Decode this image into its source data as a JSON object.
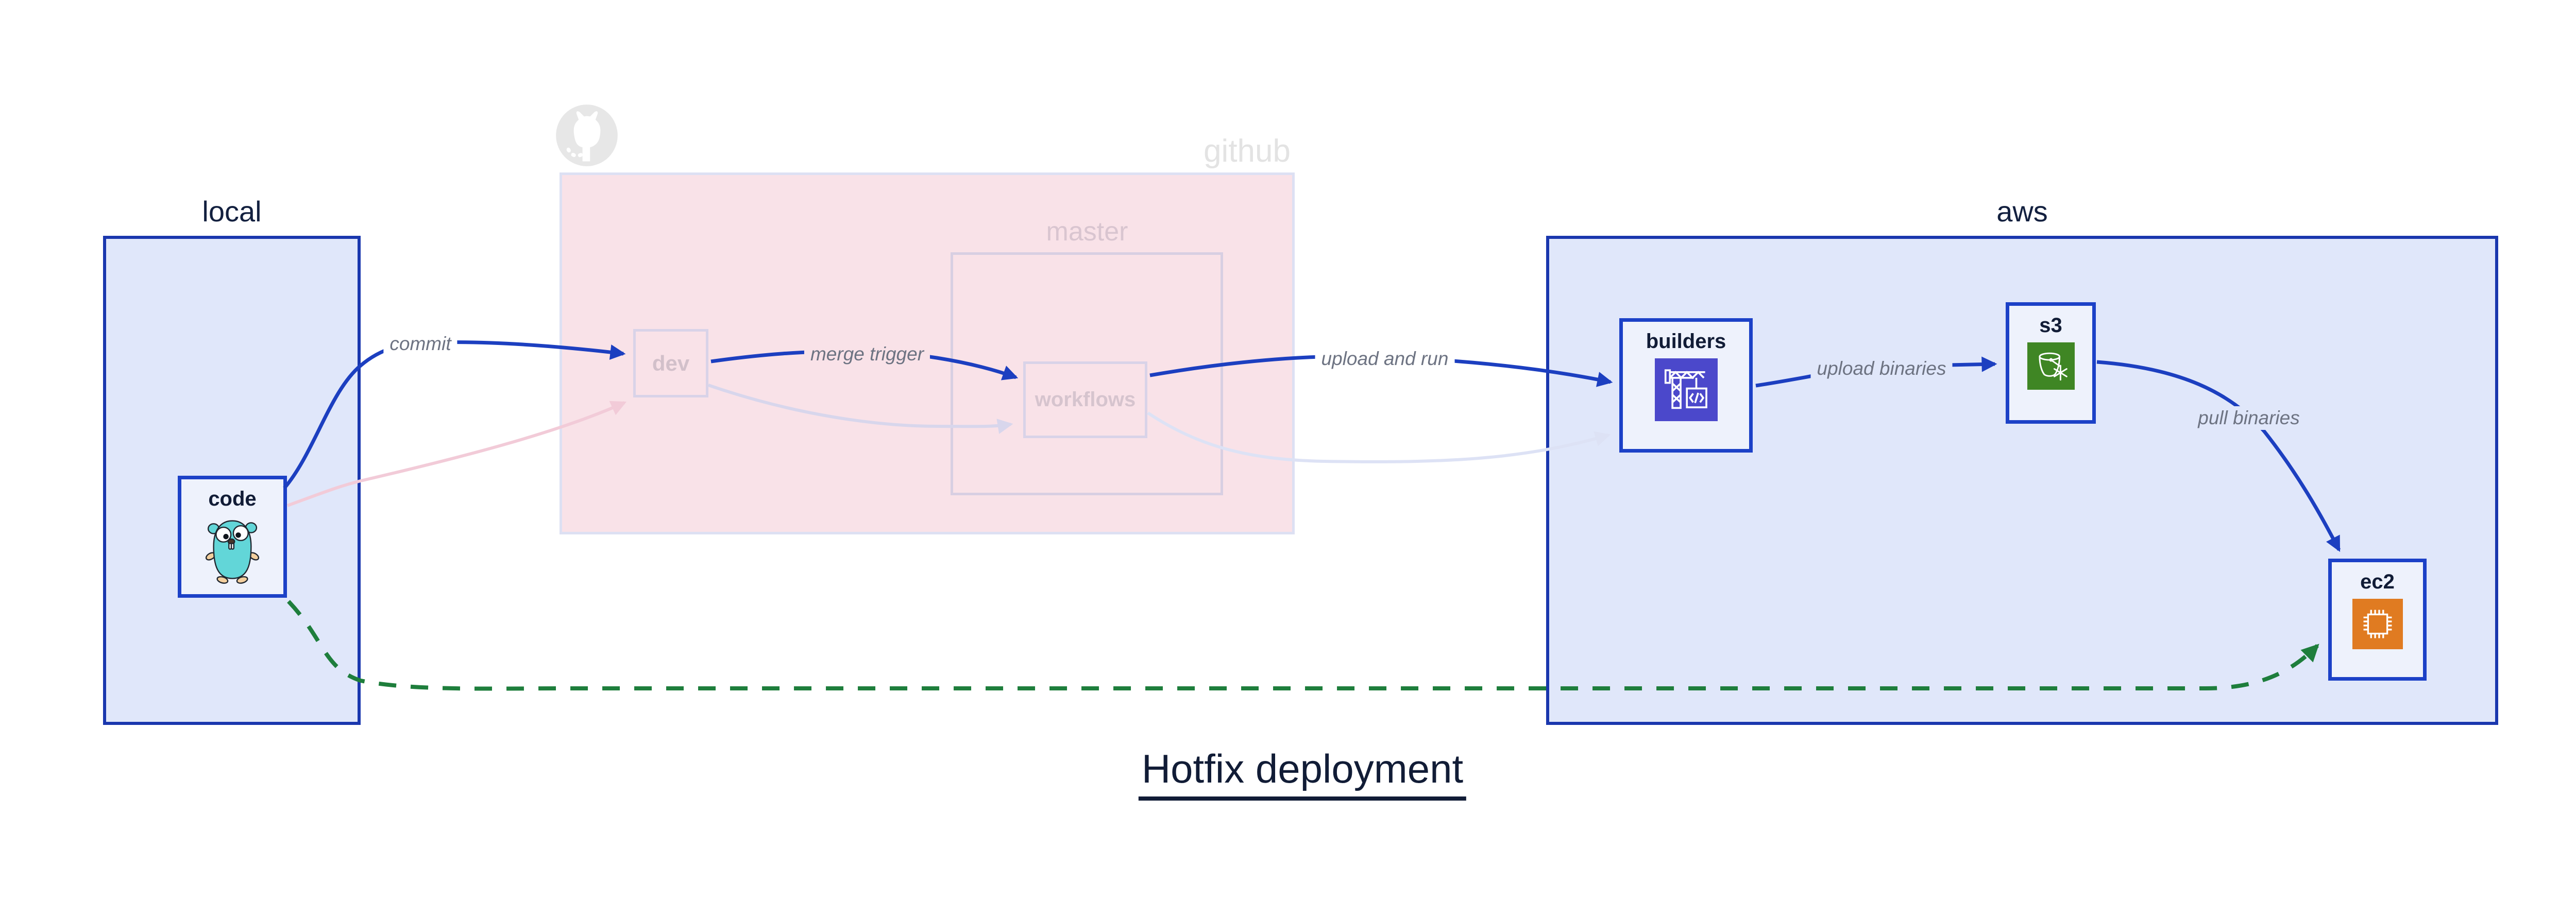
{
  "title": {
    "text": "Hotfix deployment"
  },
  "groups": {
    "local": {
      "label": "local"
    },
    "github": {
      "label": "github",
      "master": {
        "label": "master"
      }
    },
    "aws": {
      "label": "aws"
    }
  },
  "nodes": {
    "code": {
      "label": "code",
      "icon": "go-gopher-icon"
    },
    "dev": {
      "label": "dev"
    },
    "workflows": {
      "label": "workflows"
    },
    "builders": {
      "label": "builders",
      "icon": "aws-codebuild-icon"
    },
    "s3": {
      "label": "s3",
      "icon": "aws-s3-glacier-icon"
    },
    "ec2": {
      "label": "ec2",
      "icon": "aws-ec2-icon"
    }
  },
  "edges": [
    {
      "from": "code",
      "to": "dev",
      "label": "commit",
      "style": "active-blue"
    },
    {
      "from": "dev",
      "to": "workflows",
      "label": "merge trigger",
      "style": "active-blue"
    },
    {
      "from": "workflows",
      "to": "builders",
      "label": "upload and run",
      "style": "active-blue"
    },
    {
      "from": "builders",
      "to": "s3",
      "label": "upload binaries",
      "style": "active-blue"
    },
    {
      "from": "s3",
      "to": "ec2",
      "label": "pull binaries",
      "style": "active-blue"
    },
    {
      "from": "code",
      "to": "ec2",
      "label": "",
      "style": "hotfix-green-dashed"
    },
    {
      "from": "code",
      "to": "dev",
      "label": "",
      "style": "faded-pink"
    },
    {
      "from": "dev",
      "to": "workflows",
      "label": "",
      "style": "faded-lavender"
    },
    {
      "from": "workflows",
      "to": "builders",
      "label": "",
      "style": "faded-lavender"
    }
  ],
  "colors": {
    "group_fill_blue": "#e0e7fa",
    "group_border_blue": "#1a37ae",
    "github_fill_pink": "#f9e2e8",
    "github_border": "#dde0f3",
    "master_border": "#d8cfe2",
    "node_fill": "#eef2fc",
    "node_border_active": "#1c41c7",
    "node_border_faded": "#d9d3e8",
    "edge_active_blue": "#1c3fc0",
    "edge_faded_pink": "#f2cbd8",
    "edge_faded_lavender": "#d8d6ec",
    "edge_hotfix_green": "#1e7e3c",
    "edge_label_gray": "#6d7382",
    "text_dark_navy": "#111c36",
    "faded_text_github": "#e3e3e3",
    "faded_text_master": "#d9c5d0",
    "codebuild_indigo": "#4b48cb",
    "s3_green": "#3f8624",
    "ec2_orange": "#e07b21",
    "gopher_teal": "#62d6d8"
  }
}
